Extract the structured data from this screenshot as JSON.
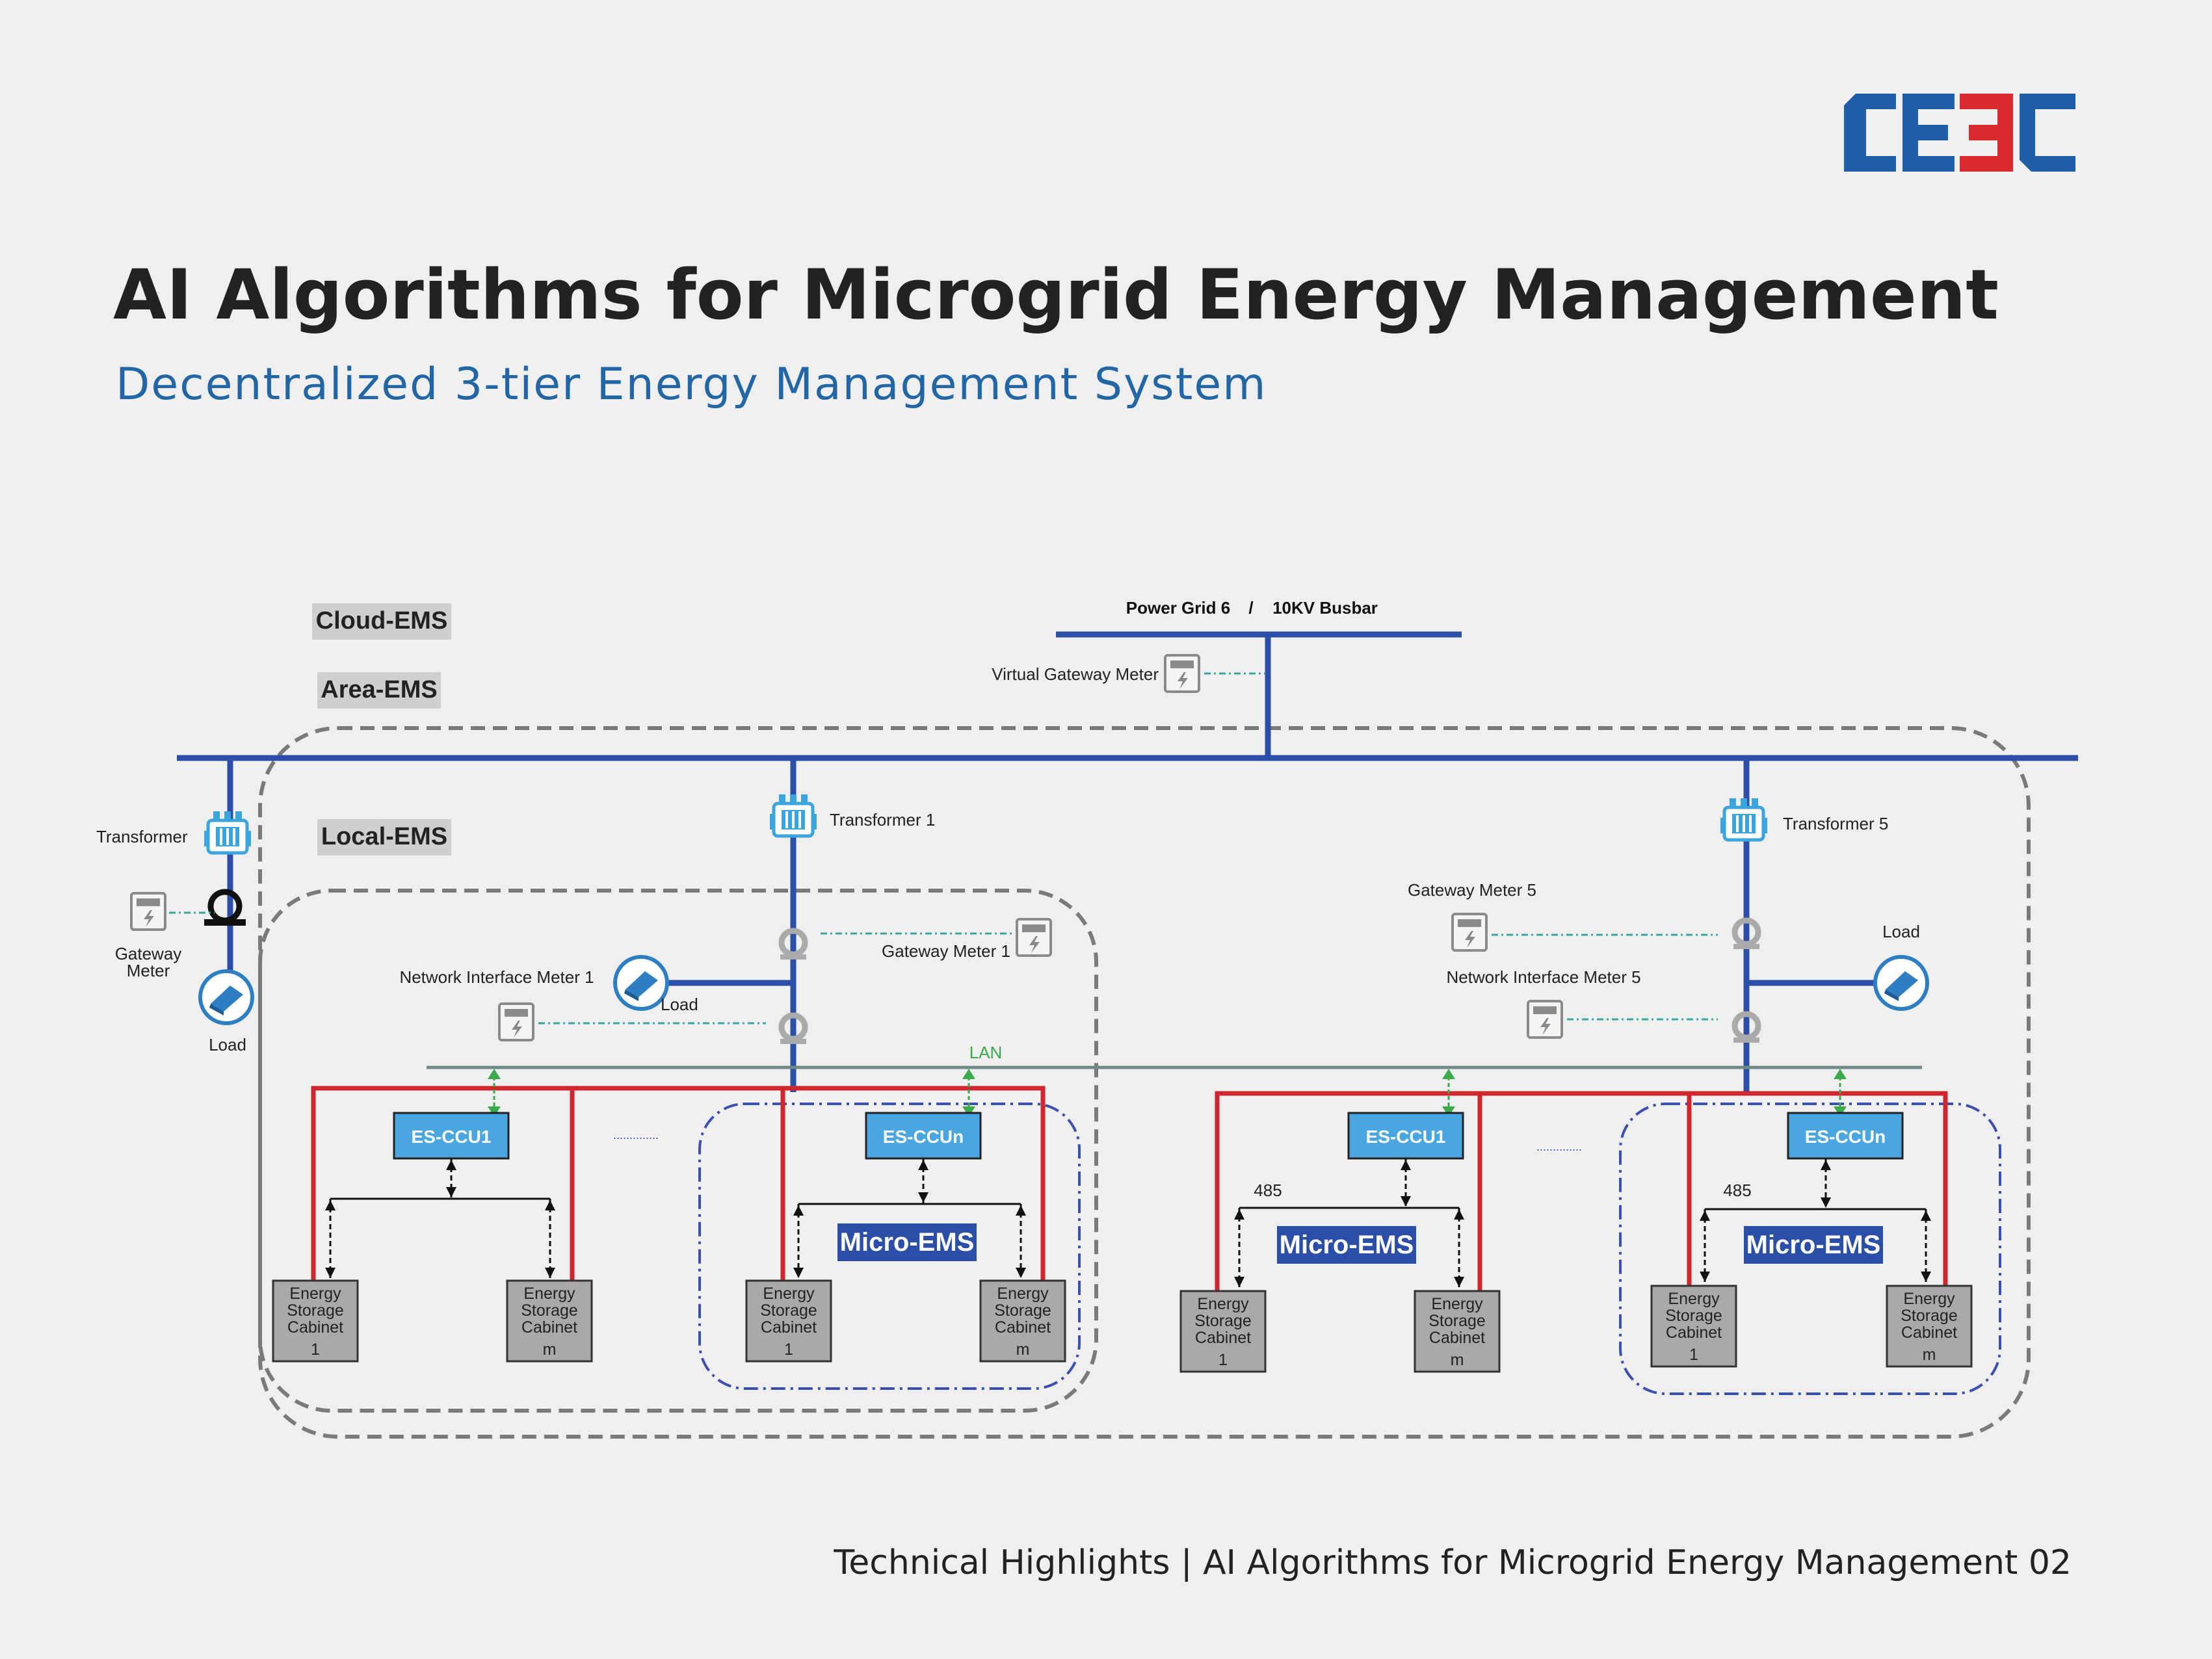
{
  "header": {
    "title": "AI Algorithms for Microgrid Energy Management",
    "subtitle": "Decentralized 3-tier Energy Management System",
    "logo_text": "CEEC",
    "logo_colors": {
      "blue": "#1e5fa8",
      "red": "#d92b2f"
    }
  },
  "footer": {
    "text": "Technical Highlights | AI Algorithms for Microgrid Energy Management  02"
  },
  "diagram": {
    "tiers": {
      "cloud": "Cloud-EMS",
      "area": "Area-EMS",
      "local": "Local-EMS"
    },
    "grid": {
      "power_grid": "Power Grid 6",
      "separator": "/",
      "busbar": "10KV Busbar",
      "virtual_meter": "Virtual Gateway Meter"
    },
    "left_feeder": {
      "transformer": "Transformer",
      "gateway_meter_line1": "Gateway",
      "gateway_meter_line2": "Meter",
      "load": "Load"
    },
    "site1": {
      "transformer": "Transformer 1",
      "gateway_meter": "Gateway Meter 1",
      "network_meter": "Network Interface Meter 1",
      "load": "Load",
      "lan": "LAN",
      "ccu_a": "ES-CCU1",
      "ccu_b": "ES-CCUn",
      "ellipsis": "..............",
      "micro_ems": "Micro-EMS"
    },
    "site5": {
      "transformer": "Transformer 5",
      "gateway_meter": "Gateway Meter 5",
      "network_meter": "Network Interface Meter 5",
      "load": "Load",
      "ccu_a": "ES-CCU1",
      "ccu_b": "ES-CCUn",
      "ellipsis": "..............",
      "bus_485": "485",
      "micro_ems": "Micro-EMS"
    },
    "cabinet": {
      "line1": "Energy",
      "line2": "Storage",
      "line3": "Cabinet",
      "first": "1",
      "last": "m"
    },
    "colors": {
      "busbar": "#2b4fa8",
      "feeder": "#d0262d",
      "ccu": "#4aa6e0",
      "micro_ems": "#2b4fa8",
      "lan": "#6f8b88",
      "arrow_green": "#3aaa4a",
      "boundary": "#7a7a7a",
      "micro_boundary": "#3b4fb0"
    }
  }
}
